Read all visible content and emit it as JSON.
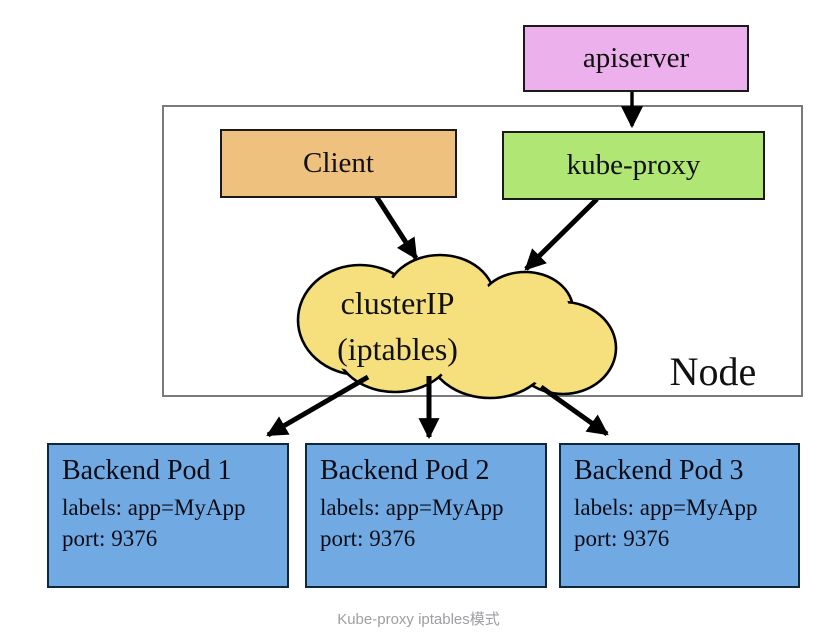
{
  "diagram": {
    "apiserver": {
      "label": "apiserver"
    },
    "client": {
      "label": "Client"
    },
    "kube_proxy": {
      "label": "kube-proxy"
    },
    "cluster_ip": {
      "line1": "clusterIP",
      "line2": "(iptables)"
    },
    "node": {
      "label": "Node"
    },
    "pods": [
      {
        "title": "Backend Pod 1",
        "labels": "labels: app=MyApp",
        "port": "port: 9376"
      },
      {
        "title": "Backend Pod 2",
        "labels": "labels: app=MyApp",
        "port": "port: 9376"
      },
      {
        "title": "Backend Pod 3",
        "labels": "labels: app=MyApp",
        "port": "port: 9376"
      }
    ],
    "caption": "Kube-proxy iptables模式"
  },
  "colors": {
    "apiserver_bg": "#ecb0ec",
    "client_bg": "#eec27e",
    "kubeproxy_bg": "#b0e673",
    "cloud_fill": "#f5e07d",
    "pod_bg": "#71aae3",
    "pod_border": "#10263d",
    "box_border": "#1a1a1a",
    "node_border": "#7a7a7a",
    "arrow_color": "#000000",
    "caption_color": "#9e9ea3"
  }
}
